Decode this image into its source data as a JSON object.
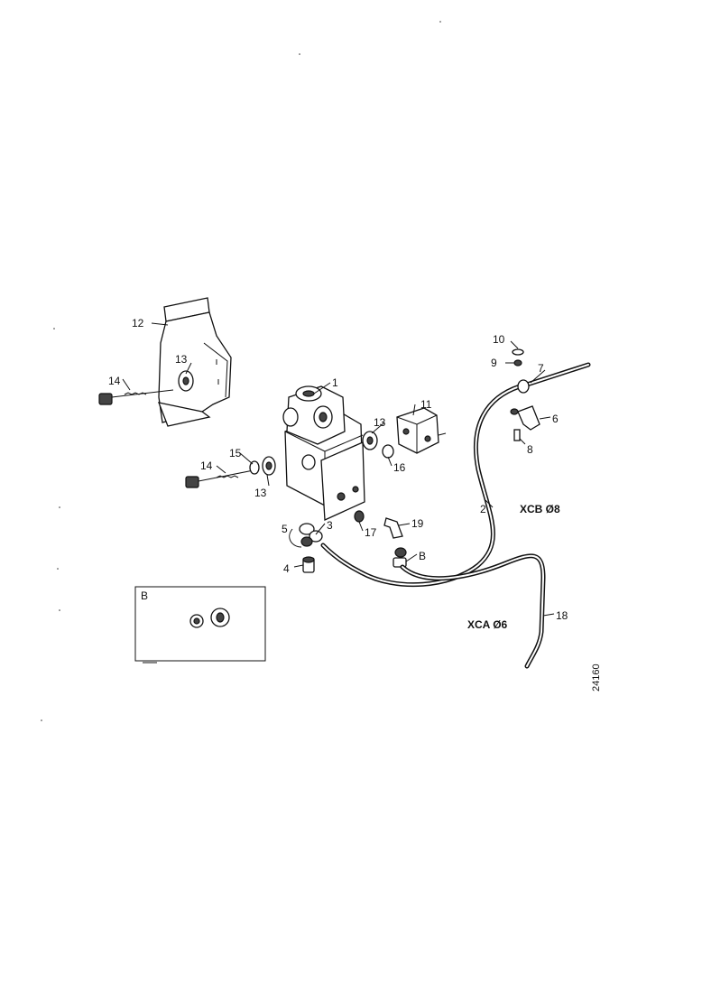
{
  "labels": {
    "l1": "1",
    "l2": "2",
    "l3": "3",
    "l4": "4",
    "l5": "5",
    "l6": "6",
    "l7": "7",
    "l8": "8",
    "l9": "9",
    "l10": "10",
    "l11": "11",
    "l12": "12",
    "l13a": "13",
    "l13b": "13",
    "l13c": "13",
    "l14a": "14",
    "l14b": "14",
    "l15": "15",
    "l16": "16",
    "l17": "17",
    "l18": "18",
    "l19": "19",
    "lB": "B",
    "insetB": "B"
  },
  "hose_codes": {
    "upper": "XCB Ø8",
    "lower": "XCA Ø6"
  },
  "drawing_number": "24160"
}
